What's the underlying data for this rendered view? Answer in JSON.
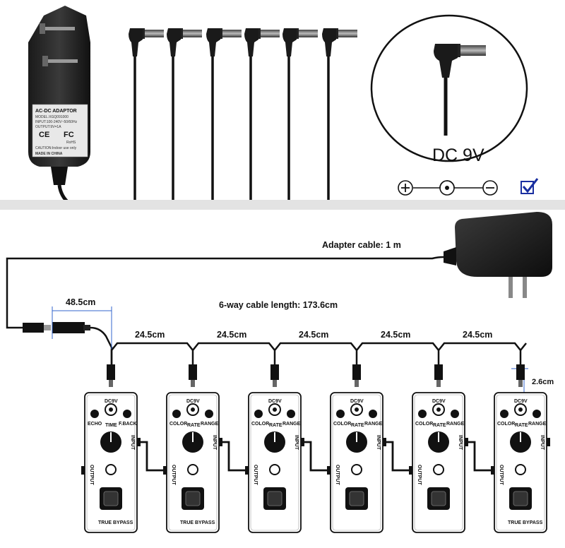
{
  "adaptor_label": {
    "title": "AC-DC ADAPTOR",
    "model": "MODEL:XGQ091000",
    "input": "INPUT:100-240V~50/60Hz",
    "output": "OUTPUT:9V=1A",
    "cert_ce": "CE",
    "cert_fc": "FC",
    "cert_rohs": "RoHS",
    "caution": "CAUTION:Indoor use only",
    "made": "MADE IN CHINA"
  },
  "polarity": {
    "voltage": "DC 9V",
    "plus": "+",
    "minus": "−"
  },
  "diagram": {
    "adapter_cable": "Adapter cable: 1 m",
    "six_way_length": "6-way cable length: 173.6cm",
    "lead_length": "48.5cm",
    "segments": [
      "24.5cm",
      "24.5cm",
      "24.5cm",
      "24.5cm",
      "24.5cm"
    ],
    "plug_height": "2.6cm"
  },
  "pedals": [
    {
      "dc": "DC9V",
      "knobs": [
        "ECHO",
        "TIME",
        "F.BACK"
      ],
      "input": "INPUT",
      "output": "OUTPUT",
      "bypass": "TRUE BYPASS"
    },
    {
      "dc": "DC9V",
      "knobs": [
        "COLOR",
        "RATE",
        "RANGE"
      ],
      "input": "INPUT",
      "output": "OUTPUT",
      "bypass": "TRUE BYPASS"
    },
    {
      "dc": "DC9V",
      "knobs": [
        "COLOR",
        "RATE",
        "RANGE"
      ],
      "input": "INPUT",
      "output": "OUTPUT",
      "bypass": ""
    },
    {
      "dc": "DC9V",
      "knobs": [
        "COLOR",
        "RATE",
        "RANGE"
      ],
      "input": "INPUT",
      "output": "OUTPUT",
      "bypass": ""
    },
    {
      "dc": "DC9V",
      "knobs": [
        "COLOR",
        "RATE",
        "RANGE"
      ],
      "input": "INPUT",
      "output": "OUTPUT",
      "bypass": ""
    },
    {
      "dc": "DC9V",
      "knobs": [
        "COLOR",
        "RATE",
        "RANGE"
      ],
      "input": "INPUT",
      "output": "OUTPUT",
      "bypass": "TRUE BYPASS"
    }
  ]
}
